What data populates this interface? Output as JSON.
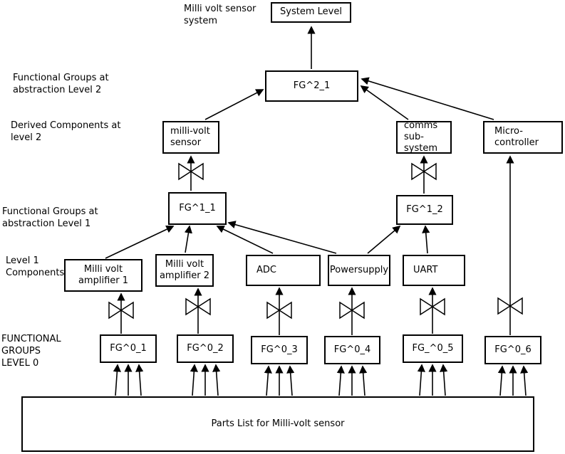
{
  "side_labels": {
    "system_caption": "Milli volt sensor\nsystem",
    "level2_groups": "Functional Groups at\nabstraction Level 2",
    "derived_level2": "Derived Components at\nlevel 2",
    "level1_groups": "Functional Groups at\nabstraction Level 1",
    "level1_components": "Level  1\nComponents",
    "level0_groups": "FUNCTIONAL\nGROUPS\nLEVEL 0"
  },
  "nodes": {
    "system_level": "System Level",
    "fg2_1": "FG^2_1",
    "millivolt_sensor": "milli-volt\nsensor",
    "comms_subsystem": "comms\nsub-system",
    "microcontroller": "Micro-\ncontroller",
    "fg1_1": "FG^1_1",
    "fg1_2": "FG^1_2",
    "amp1": "Milli volt\namplifier 1",
    "amp2": "Milli volt\namplifier 2",
    "adc": "ADC",
    "powersupply": "Powersupply",
    "uart": "UART",
    "fg0_1": "FG^0_1",
    "fg0_2": "FG^0_2",
    "fg0_3": "FG^0_3",
    "fg0_4": "FG^0_4",
    "fg0_5": "FG_^0_5",
    "fg0_6": "FG^0_6",
    "parts_list": "Parts List for Milli-volt sensor"
  },
  "colors": {
    "line": "#000000",
    "box_border": "#000000",
    "background": "#ffffff"
  }
}
